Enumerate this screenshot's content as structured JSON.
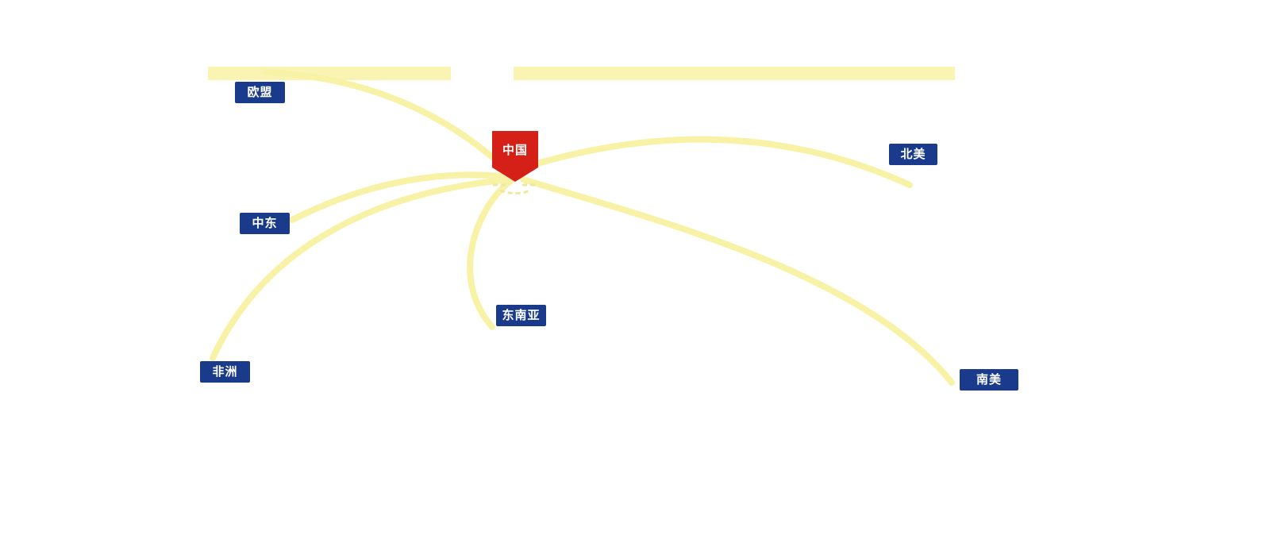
{
  "map": {
    "title": "china-trade-routes-map",
    "hub": {
      "id": "china",
      "label": "中国"
    },
    "regions": [
      {
        "id": "eu",
        "label": "欧盟"
      },
      {
        "id": "north-america",
        "label": "北美"
      },
      {
        "id": "middle-east",
        "label": "中东"
      },
      {
        "id": "southeast-asia",
        "label": "东南亚"
      },
      {
        "id": "africa",
        "label": "非洲"
      },
      {
        "id": "south-america",
        "label": "南美"
      }
    ],
    "connections": [
      {
        "from": "中国",
        "to": "欧盟"
      },
      {
        "from": "中国",
        "to": "北美"
      },
      {
        "from": "中国",
        "to": "中东"
      },
      {
        "from": "中国",
        "to": "东南亚"
      },
      {
        "from": "中国",
        "to": "非洲"
      },
      {
        "from": "中国",
        "to": "南美"
      }
    ],
    "colors": {
      "route_line": "#f8f2a6",
      "top_bar": "#faf4b2",
      "label_background": "#1a3b8c",
      "label_text": "#ffffff",
      "hub_background": "#d42016",
      "hub_text": "#ffffff",
      "page_background": "#ffffff"
    }
  }
}
